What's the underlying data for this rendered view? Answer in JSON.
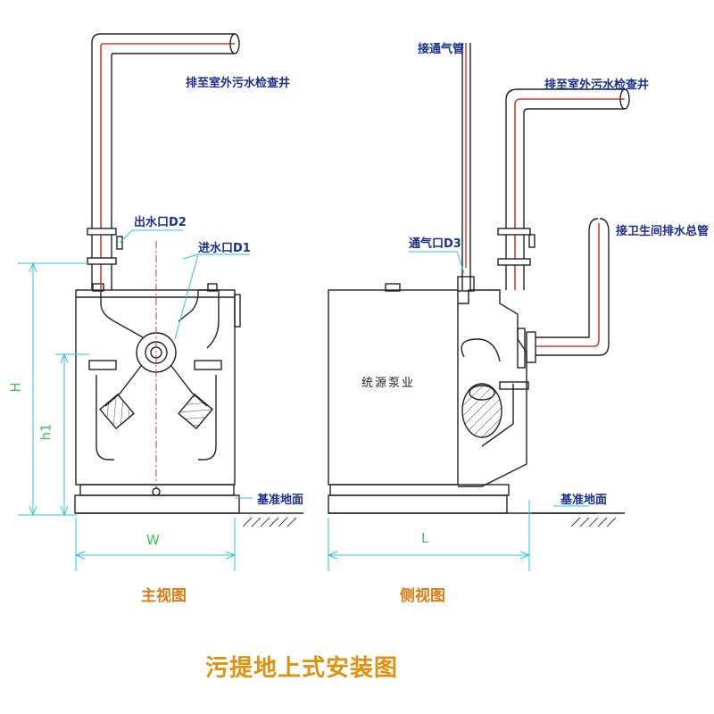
{
  "front_view": {
    "label": "主视图",
    "outlet_note": "排至室外污水检查井",
    "outlet_port": "出水口D2",
    "inlet_port": "进水口D1",
    "ground": "基准地面",
    "dim_h": "H",
    "dim_h1": "h1",
    "dim_w": "W"
  },
  "side_view": {
    "label": "侧视图",
    "vent_note": "接通气管",
    "outlet_note": "排至室外污水检查井",
    "inlet_note": "接卫生间排水总管",
    "vent_port": "通气口D3",
    "brand": "统源泵业",
    "ground": "基准地面",
    "dim_l": "L"
  },
  "title": "污提地上式安装图",
  "colors": {
    "line": "#222222",
    "pipe_red": "#d23a2a",
    "leader": "#2ec6d6",
    "dimension": "#3fbf5a",
    "label_blue": "#1a2f8a",
    "view_label": "#e07a10"
  }
}
